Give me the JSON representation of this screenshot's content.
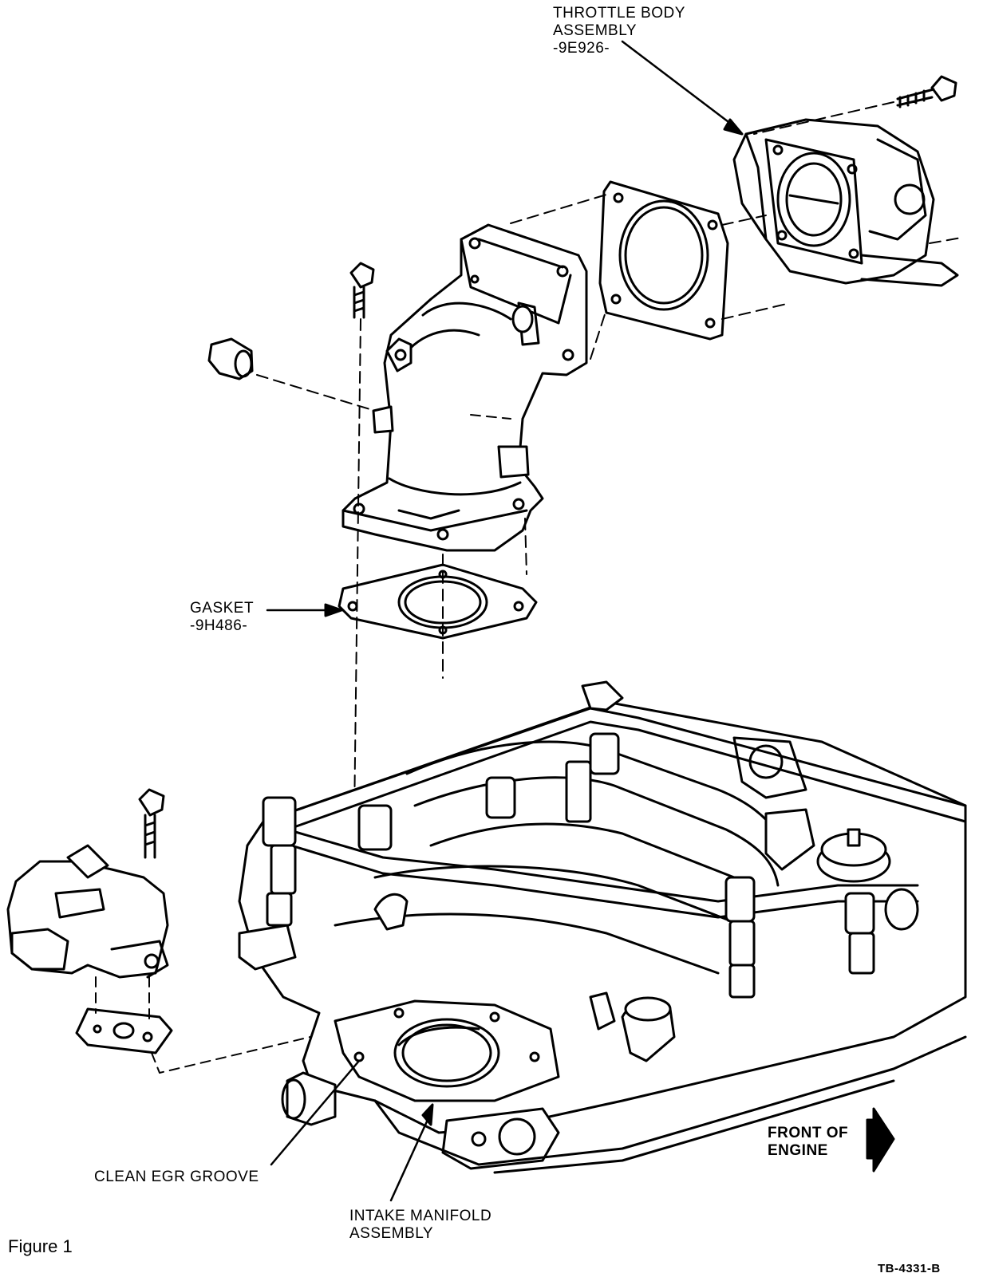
{
  "labels": {
    "throttle_body": {
      "line1": "THROTTLE BODY",
      "line2": "ASSEMBLY",
      "line3": "-9E926-"
    },
    "gasket": {
      "line1": "GASKET",
      "line2": "-9H486-"
    },
    "egr_groove": "CLEAN EGR GROOVE",
    "intake_manifold": {
      "line1": "INTAKE MANIFOLD",
      "line2": "ASSEMBLY"
    },
    "front_of_engine": {
      "line1": "FRONT OF",
      "line2": "ENGINE"
    },
    "figure": "Figure 1",
    "code": "TB-4331-B"
  }
}
